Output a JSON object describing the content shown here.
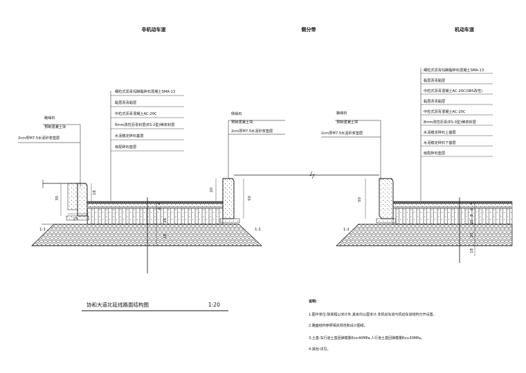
{
  "section_headers": {
    "left": "非机动车道",
    "middle": "侧分带",
    "right": "机动车道"
  },
  "left_kerb": {
    "title": "路缘石",
    "sub": "预制混凝土块",
    "base": "2cm厚M7.5水泥砂浆垫层"
  },
  "left_pavement_layers": [
    "细粒式沥青玛蹄脂碎石混凝土SMA-13",
    "黏层沥青黏层",
    "中粒式沥青混凝土AC-20C",
    "6mm改性沥青封层(ES-2型)稀浆封层",
    "水泥稳定碎石基层",
    "级配碎石垫层"
  ],
  "median_left_kerb": {
    "title": "侧缘石",
    "sub": "预制混凝土块",
    "base": "2cm厚M7.5水泥砂浆垫层"
  },
  "median_right_kerb": {
    "title": "路缘石",
    "sub": "预制混凝土块",
    "base": "2cm厚M7.5水泥砂浆垫层"
  },
  "right_pavement_layers": [
    "细粒式沥青玛蹄脂碎石混凝土SMA-13",
    "黏层沥青黏层",
    "中粒式沥青混凝土AC-20C(SBS改性)",
    "黏层沥青黏层",
    "中粒式沥青混凝土AC-20C",
    "8mm改性沥青(ES-3型)稀浆封层",
    "水泥稳定碎石上基层",
    "水泥稳定碎石下基层",
    "级配碎石垫层"
  ],
  "dimensions": {
    "left_kerb_h": "18",
    "left_kerb_depth": "35",
    "left_kerb_w": "25",
    "left_layers": [
      "4",
      "6",
      "25",
      "18"
    ],
    "median_kerb_h": "20",
    "median_kerb_depth": "50",
    "median_right_depth": "50",
    "right_layers": [
      "4",
      "6",
      "8",
      "25",
      "25",
      "18"
    ],
    "slope": "1:1"
  },
  "drawing_title": "协和大道北延线路面结构图",
  "scale": "1:20",
  "notes": {
    "heading": "说明:",
    "items": [
      "1.图中单位:除高程以米计外,其余均以厘米计,非机动车道与机动车道结构分开设置。",
      "2.路面结构参照相关规范和设计图纸。",
      "3.土基:车行道土基回弹模量Eo≥40MPa,人行道土基回弹模量Eo≥30MPa。",
      "4.其他:详见。"
    ]
  }
}
